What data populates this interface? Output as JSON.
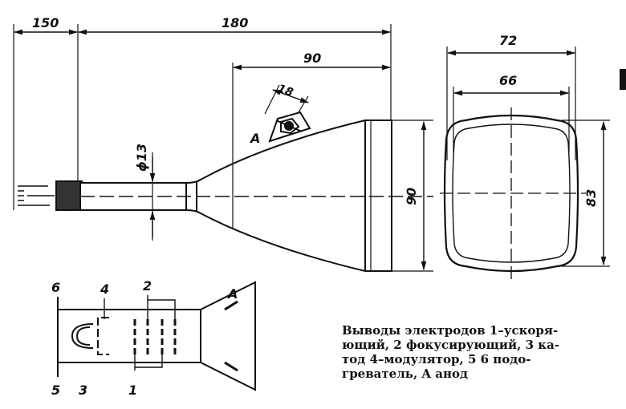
{
  "dimensions": {
    "d150": "150",
    "d180": "180",
    "d90_top": "90",
    "d18": "18",
    "d13": "ϕ13",
    "d90_side": "90",
    "d72": "72",
    "d66": "66",
    "d83": "83"
  },
  "labels": {
    "anode_top": "A",
    "anode_schematic": "A",
    "pin6": "6",
    "pin4": "4",
    "pin2": "2",
    "pin5": "5",
    "pin3": "3",
    "pin1": "1"
  },
  "legend": {
    "line1": "Выводы электродов 1–ускоря-",
    "line2": "ющий, 2 фокусирующий, 3 ка-",
    "line3": "тод 4–модулятор, 5 6 подо-",
    "line4": "греватель, A анод"
  }
}
